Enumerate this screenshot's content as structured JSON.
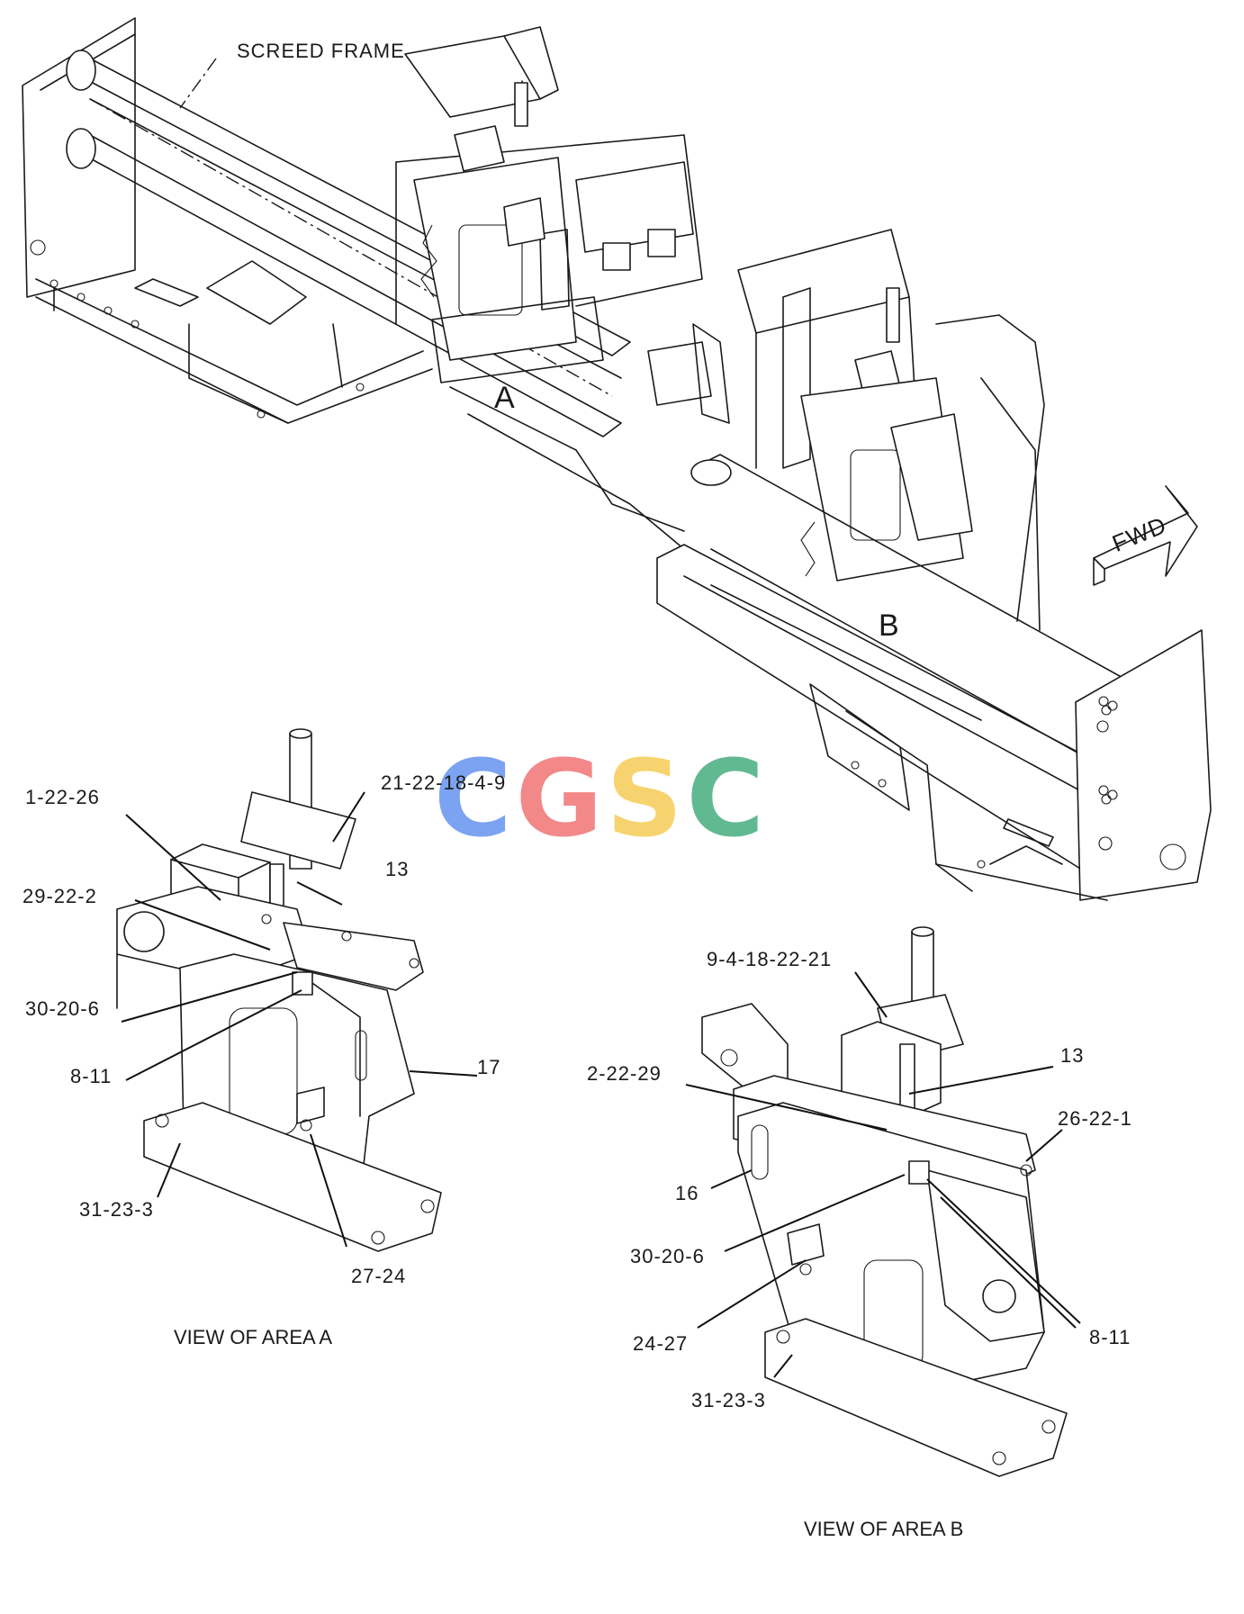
{
  "diagram": {
    "top_labels": {
      "screed_frame": "SCREED FRAME",
      "area_a": "A",
      "area_b": "B",
      "fwd": "FWD"
    },
    "view_a": {
      "caption": "VIEW OF AREA  A",
      "callouts": [
        "21-22-18-4-9",
        "1-22-26",
        "13",
        "29-22-2",
        "30-20-6",
        "8-11",
        "17",
        "31-23-3",
        "27-24"
      ]
    },
    "view_b": {
      "caption": "VIEW OF AREA  B",
      "callouts": [
        "9-4-18-22-21",
        "13",
        "2-22-29",
        "26-22-1",
        "16",
        "30-20-6",
        "8-11",
        "24-27",
        "31-23-3"
      ]
    },
    "watermark": {
      "letters": [
        "C",
        "G",
        "S",
        "C"
      ],
      "colors": [
        "#5b8def",
        "#f06b6b",
        "#f5c94a",
        "#3aa876"
      ]
    }
  }
}
